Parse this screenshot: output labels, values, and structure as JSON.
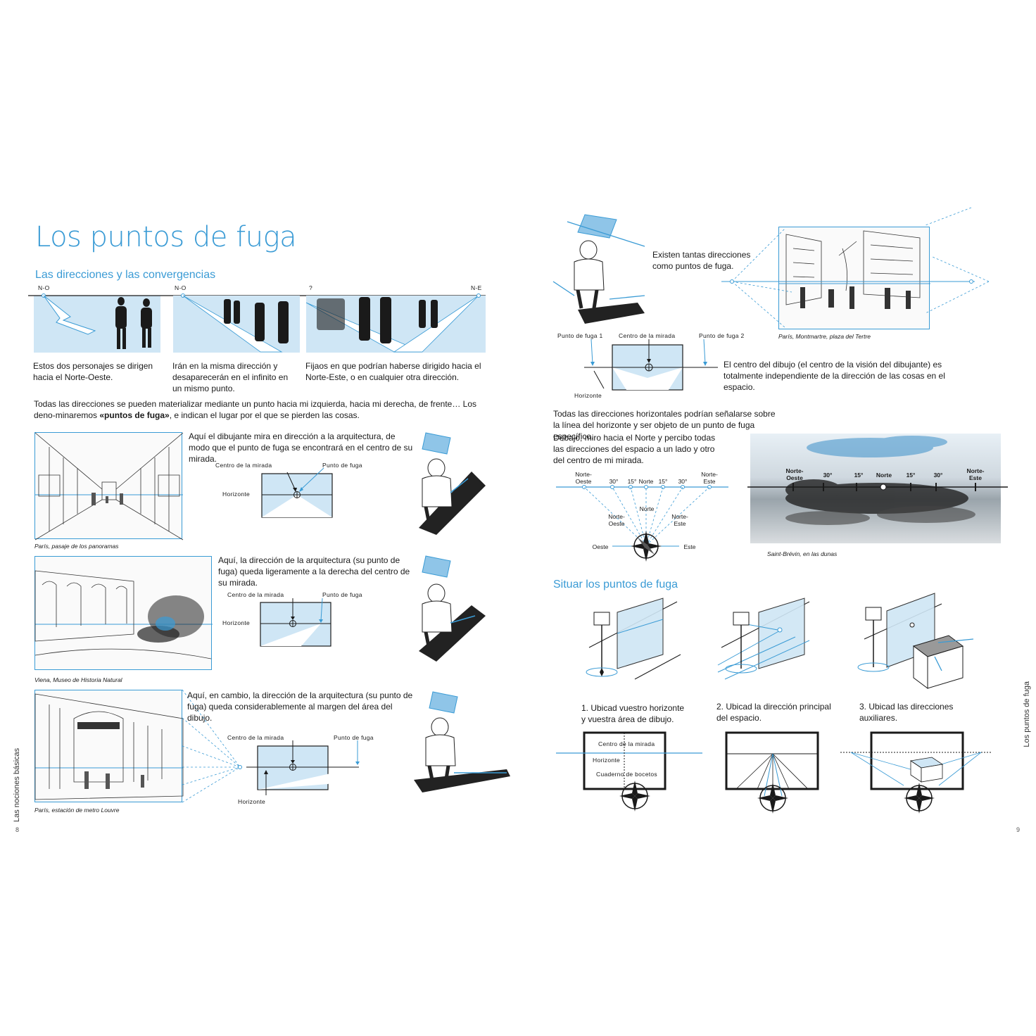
{
  "left_page": {
    "title": "Los puntos de fuga",
    "subtitle": "Las direcciones y  las convergencias",
    "panel_labels": {
      "no1": "N-O",
      "no2": "N-O",
      "q": "?",
      "ne": "N-E"
    },
    "captions_top": [
      "Estos dos personajes se dirigen hacia el Norte-Oeste.",
      "Irán en la misma dirección y desaparecerán en el infinito en un mismo punto.",
      "Fijaos en que podrían haberse dirigido hacia el Norte-Este, o en cualquier otra dirección."
    ],
    "intro_a": "Todas las direcciones se pueden materializar mediante un punto hacia mi izquierda, hacia mi derecha, de frente… Los deno-minaremos ",
    "intro_bold": "«puntos de fuga»",
    "intro_b": ", e indican el lugar por el que se pierden las cosas.",
    "rows": [
      {
        "text": "Aquí el dibujante mira en dirección a la arquitectura, de modo que el punto de fuga se encontrará en el centro de su mirada.",
        "caption": "París, pasaje de los panoramas",
        "label_center": "Centro de la mirada",
        "label_vp": "Punto de fuga",
        "label_horizon": "Horizonte"
      },
      {
        "text": "Aquí, la dirección de la arquitectura (su punto de fuga) queda ligeramente a la derecha del centro de su mirada.",
        "caption": "Viena, Museo de Historia Natural",
        "label_center": "Centro de la mirada",
        "label_vp": "Punto de fuga",
        "label_horizon": "Horizonte"
      },
      {
        "text": "Aquí, en cambio, la dirección de la arquitectura (su punto de fuga) queda considerablemente al margen del área del dibujo.",
        "caption": "París, estación de metro Louvre",
        "label_center": "Centro de la mirada",
        "label_vp": "Punto de fuga",
        "label_horizon": "Horizonte"
      }
    ],
    "side_text": "Las nociones básicas",
    "page_number": "8"
  },
  "right_page": {
    "text_directions": "Existen tantas direcciones como puntos de fuga.",
    "caption_montmartre": "París, Montmartre, plaza del Tertre",
    "label_vp1": "Punto de fuga 1",
    "label_center": "Centro de la mirada",
    "label_vp2": "Punto de fuga 2",
    "label_horizon": "Horizonte",
    "text_center": "El centro del dibujo (el centro de la visión del dibujante) es totalmente independiente de la dirección de las cosas en el espacio.",
    "text_horizontal": "Todas las direcciones horizontales podrían señalarse sobre la línea del horizonte y ser objeto de un punto de fuga específico.",
    "text_north": "Debajo, miro hacia el Norte y percibo todas las direcciones del espacio a un lado y otro del centro de mi mirada.",
    "compass_labels": {
      "no": "Norte-\nOeste",
      "d30a": "30°",
      "d15a": "15°",
      "norte": "Norte",
      "d15b": "15°",
      "d30b": "30°",
      "ne": "Norte-\nEste",
      "norte2": "Norte",
      "no2": "Norte-\nOeste",
      "ne2": "Norte-\nEste",
      "oeste": "Oeste",
      "este": "Este"
    },
    "dune_labels": {
      "no": "Norte-\nOeste",
      "d30a": "30°",
      "d15a": "15°",
      "norte": "Norte",
      "d15b": "15°",
      "d30b": "30°",
      "ne": "Norte-\nEste"
    },
    "caption_dunes": "Saint-Brévin, en las dunas",
    "section2_title": "Situar los puntos de fuga",
    "steps": [
      "1. Ubicad vuestro horizonte y vuestra área de dibujo.",
      "2. Ubicad la dirección principal del espacio.",
      "3. Ubicad las direcciones auxiliares."
    ],
    "book_labels": {
      "center": "Centro de la mirada",
      "horizon": "Horizonte",
      "sketchbook": "Cuaderno de bocetos"
    },
    "side_text": "Los puntos de fuga",
    "page_number": "9"
  },
  "colors": {
    "accent": "#3a9bd5",
    "light_blue": "#cfe6f5",
    "ink": "#1a1a1a"
  }
}
